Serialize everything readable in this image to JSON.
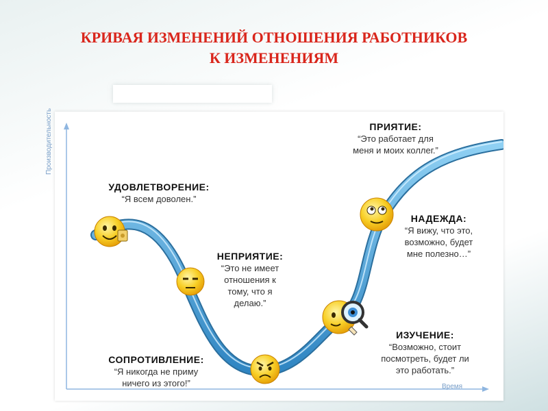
{
  "title": {
    "line1": "КРИВАЯ ИЗМЕНЕНИЙ  ОТНОШЕНИЯ РАБОТНИКОВ",
    "line2": "К ИЗМЕНЕНИЯМ"
  },
  "axes": {
    "y_label": "Производительность",
    "x_label": "Время"
  },
  "stages": {
    "satisfaction": {
      "heading": "УДОВЛЕТВОРЕНИЕ:",
      "quote": [
        "“Я всем доволен.”"
      ]
    },
    "rejection": {
      "heading": "НЕПРИЯТИЕ:",
      "quote": [
        "“Это не имеет",
        "отношения к",
        "тому, что я",
        "делаю.”"
      ]
    },
    "resistance": {
      "heading": "СОПРОТИВЛЕНИЕ:",
      "quote": [
        "“Я никогда не приму",
        "ничего из этого!”"
      ]
    },
    "exploration": {
      "heading": "ИЗУЧЕНИЕ:",
      "quote": [
        "“Возможно, стоит",
        "посмотреть, будет ли",
        "это работать.”"
      ]
    },
    "hope": {
      "heading": "НАДЕЖДА:",
      "quote": [
        "“Я вижу, что это,",
        "возможно, будет",
        "мне полезно…”"
      ]
    },
    "acceptance": {
      "heading": "ПРИЯТИЕ:",
      "quote": [
        "“Это работает для",
        "меня и моих коллег.”"
      ]
    }
  },
  "colors": {
    "title": "#d9261c",
    "curve": "#4fa9dd",
    "curve_dark": "#2b6f9e",
    "smiley": "#f6c21a",
    "axis": "#8fb6e0"
  },
  "icons": [
    "happy-smiley-icon",
    "bored-smiley-icon",
    "angry-smiley-icon",
    "magnifier-smiley-icon",
    "hopeful-smiley-icon"
  ]
}
